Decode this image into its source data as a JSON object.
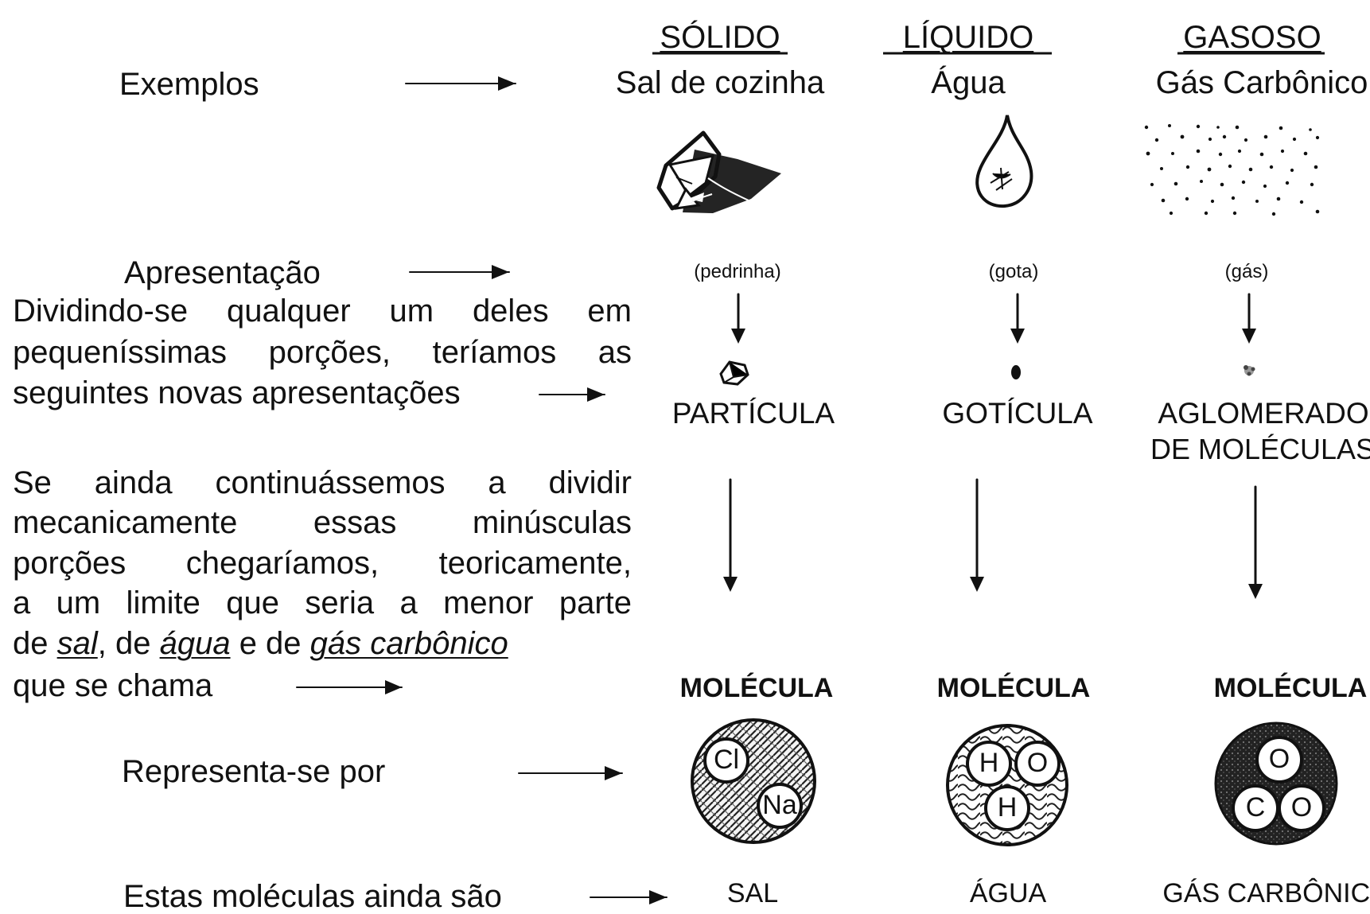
{
  "header": {
    "solid": "SÓLIDO",
    "liquid": "LÍQUIDO",
    "gas": "GASOSO"
  },
  "rows": {
    "examples_label": "Exemplos",
    "presentation_label": "Apresentação",
    "represents_label": "Representa-se por",
    "still_label": "Estas moléculas ainda são"
  },
  "examples": {
    "solid": "Sal de cozinha",
    "liquid": "Água",
    "gas": "Gás Carbônico"
  },
  "presentation": {
    "solid": "(pedrinha)",
    "liquid": "(gota)",
    "gas": "(gás)"
  },
  "division_text": {
    "line1": "Dividindo-se qualquer um deles em",
    "line2": "pequeníssimas porções, teríamos  as",
    "line3": "seguintes novas apresentações"
  },
  "new_presentations": {
    "solid": "PARTÍCULA",
    "liquid": "GOTÍCULA",
    "gas_line1": "AGLOMERADO",
    "gas_line2": "DE MOLÉCULAS"
  },
  "continuation_text": {
    "line1": "Se ainda continuássemos a dividir",
    "line2": "mecanicamente essas minúsculas",
    "line3": "porções chegaríamos, teoricamente,",
    "line4": "a um limite que seria a menor parte",
    "line5_prefix": "de ",
    "line5_sal": "sal",
    "line5_mid1": ", de ",
    "line5_agua": "água",
    "line5_mid2": " e de ",
    "line5_gas": "gás carbônico",
    "line6": "que se chama"
  },
  "molecule_headings": {
    "solid": "MOLÉCULA",
    "liquid": "MOLÉCULA",
    "gas": "MOLÉCULA"
  },
  "molecules": {
    "solid": {
      "atom_1": "Cl",
      "atom_2": "Na"
    },
    "liquid": {
      "atom_1": "H",
      "atom_2": "O",
      "atom_3": "H"
    },
    "gas": {
      "atom_1": "O",
      "atom_2": "C",
      "atom_3": "O"
    }
  },
  "final_labels": {
    "solid": "SAL",
    "liquid": "ÁGUA",
    "gas": "GÁS CARBÔNICO"
  },
  "icons": {
    "salt_crystal": "salt-crystal-icon",
    "water_drop": "water-drop-icon",
    "gas_cloud": "gas-dots-icon",
    "particle": "salt-particle-icon",
    "droplet": "water-droplet-icon",
    "molecule_cluster": "molecule-cluster-icon"
  },
  "colors": {
    "ink": "#111111",
    "background": "#ffffff",
    "solid_pattern": "#d6d6d6",
    "liquid_pattern": "#efefef",
    "gas_pattern": "#2b2b2b"
  }
}
